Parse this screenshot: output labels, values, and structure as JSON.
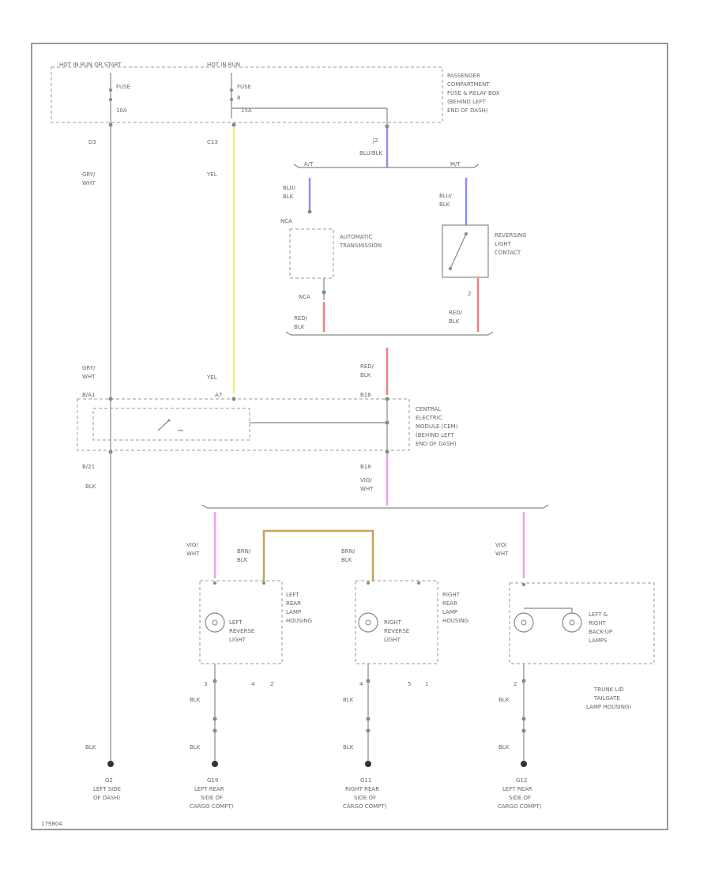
{
  "colors": {
    "yellow": "#f4f07a",
    "blue": "#8f8ff0",
    "red": "#f08080",
    "pink": "#f0a0f0",
    "brown": "#c8a25a",
    "gray": "#888888"
  },
  "fuse_box": {
    "hot_left": "HOT IN RUN OR START",
    "hot_right": "HOT IN RUN",
    "left_fuse": "FUSE",
    "left_amp": "10A",
    "right_fuse": "FUSE",
    "right_amp": "8",
    "right_amp2": "15A",
    "label": [
      "PASSENGER",
      "COMPARTMENT",
      "FUSE & RELAY BOX",
      "(BEHIND LEFT",
      "END OF DASH)"
    ]
  },
  "connectors": {
    "left_top": "D3",
    "mid_top": "C13",
    "blu_top": "J2",
    "blu_top_wire": "BLU/BLK",
    "at": "A/T",
    "mt": "M/T",
    "cem_left_pin": "B/A1",
    "cem_mid_pin": "A7",
    "cem_right_pin": "B16",
    "cem_bottom_left": "B/21",
    "cem_bottom_right": "B18",
    "g2": "G2",
    "g19": "G19",
    "g11": "G11",
    "g12": "G12",
    "pin_3a": "3",
    "pin_4": "4",
    "pin_2": "2",
    "pin_4b": "4",
    "pin_5": "5",
    "pin_1": "1",
    "pin_2b": "2",
    "rev_pin": "2",
    "trans_pin": "N/A"
  },
  "wires": {
    "gry_wht_1": "GRY/",
    "gry_wht_2": "WHT",
    "yel": "YEL",
    "blu_blk_1": "BLU/",
    "blu_blk_2": "BLK",
    "red_blk_1": "RED/",
    "red_blk_2": "BLK",
    "vio_wht_1": "VIO/",
    "vio_wht_2": "WHT",
    "brn_blk_1": "BRN/",
    "brn_blk_2": "BLK",
    "blk": "BLK",
    "nca": "NCA"
  },
  "components": {
    "automatic_transmission": [
      "AUTOMATIC",
      "TRANSMISSION"
    ],
    "reversing_light_contact": [
      "REVERSING",
      "LIGHT",
      "CONTACT"
    ],
    "central_electric_module": [
      "CENTRAL",
      "ELECTRIC",
      "MODULE (CEM)",
      "(BEHIND LEFT",
      "END OF DASH)"
    ],
    "left_rear_lamp_housing": [
      "LEFT",
      "REAR",
      "LAMP",
      "HOUSING"
    ],
    "left_reverse_light": [
      "LEFT",
      "REVERSE",
      "LIGHT"
    ],
    "right_rear_lamp_housing": [
      "RIGHT",
      "REAR",
      "LAMP",
      "HOUSING"
    ],
    "right_reverse_light": [
      "RIGHT",
      "REVERSE",
      "LIGHT"
    ],
    "backup_lamps": [
      "LEFT &",
      "RIGHT",
      "BACK-UP",
      "LAMPS"
    ],
    "trunk_lid": [
      "TRUNK LID",
      "TAILGATE",
      "LAMP HOUSING)"
    ]
  },
  "grounds": {
    "g2_label": [
      "LEFT SIDE",
      "OF DASH)"
    ],
    "g19_label": [
      "LEFT REAR",
      "SIDE OF",
      "CARGO COMPT)"
    ],
    "g11_label": [
      "RIGHT REAR",
      "SIDE OF",
      "CARGO COMPT)"
    ],
    "g12_label": [
      "LEFT REAR",
      "SIDE OF",
      "CARGO COMPT)"
    ]
  },
  "footer": "179804"
}
